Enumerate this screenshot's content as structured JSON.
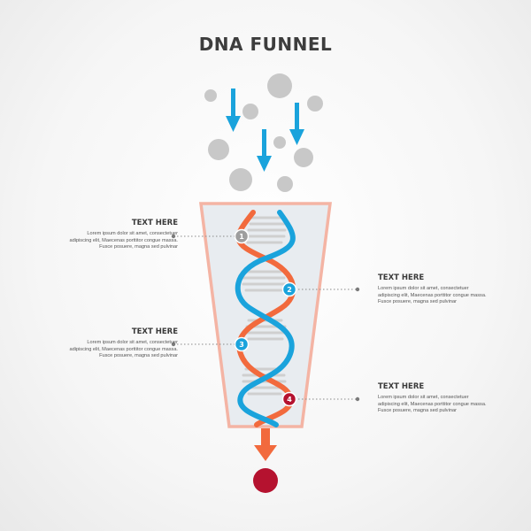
{
  "title": "DNA FUNNEL",
  "colors": {
    "arrow_blue": "#1aa3dc",
    "strand_orange": "#f26a3d",
    "strand_blue": "#1aa3dc",
    "rung_gray": "#cfcfcf",
    "particle_gray": "#c8c8c8",
    "funnel_border": "#f4b4a4",
    "funnel_fill": "#e8ecf0",
    "output_dot": "#b5122f"
  },
  "steps": [
    {
      "number": "1",
      "heading": "TEXT HERE",
      "body": "Lorem ipsum dolor sit amet, consectetuer adipiscing elit, Maecenas porttitor congue massa. Fusce posuere, magna sed pulvinar",
      "color": "#9e9e9e"
    },
    {
      "number": "2",
      "heading": "TEXT HERE",
      "body": "Lorem ipsum dolor sit amet, consectetuer adipiscing elit, Maecenas porttitor congue massa. Fusce posuere, magna sed pulvinar",
      "color": "#1aa3dc"
    },
    {
      "number": "3",
      "heading": "TEXT HERE",
      "body": "Lorem ipsum dolor sit amet, consectetuer adipiscing elit, Maecenas porttitor congue massa. Fusce posuere, magna sed pulvinar",
      "color": "#1aa3dc"
    },
    {
      "number": "4",
      "heading": "TEXT HERE",
      "body": "Lorem ipsum dolor sit amet, consectetuer adipiscing elit, Maecenas porttitor congue massa. Fusce posuere, magna sed pulvinar",
      "color": "#b5122f"
    }
  ]
}
